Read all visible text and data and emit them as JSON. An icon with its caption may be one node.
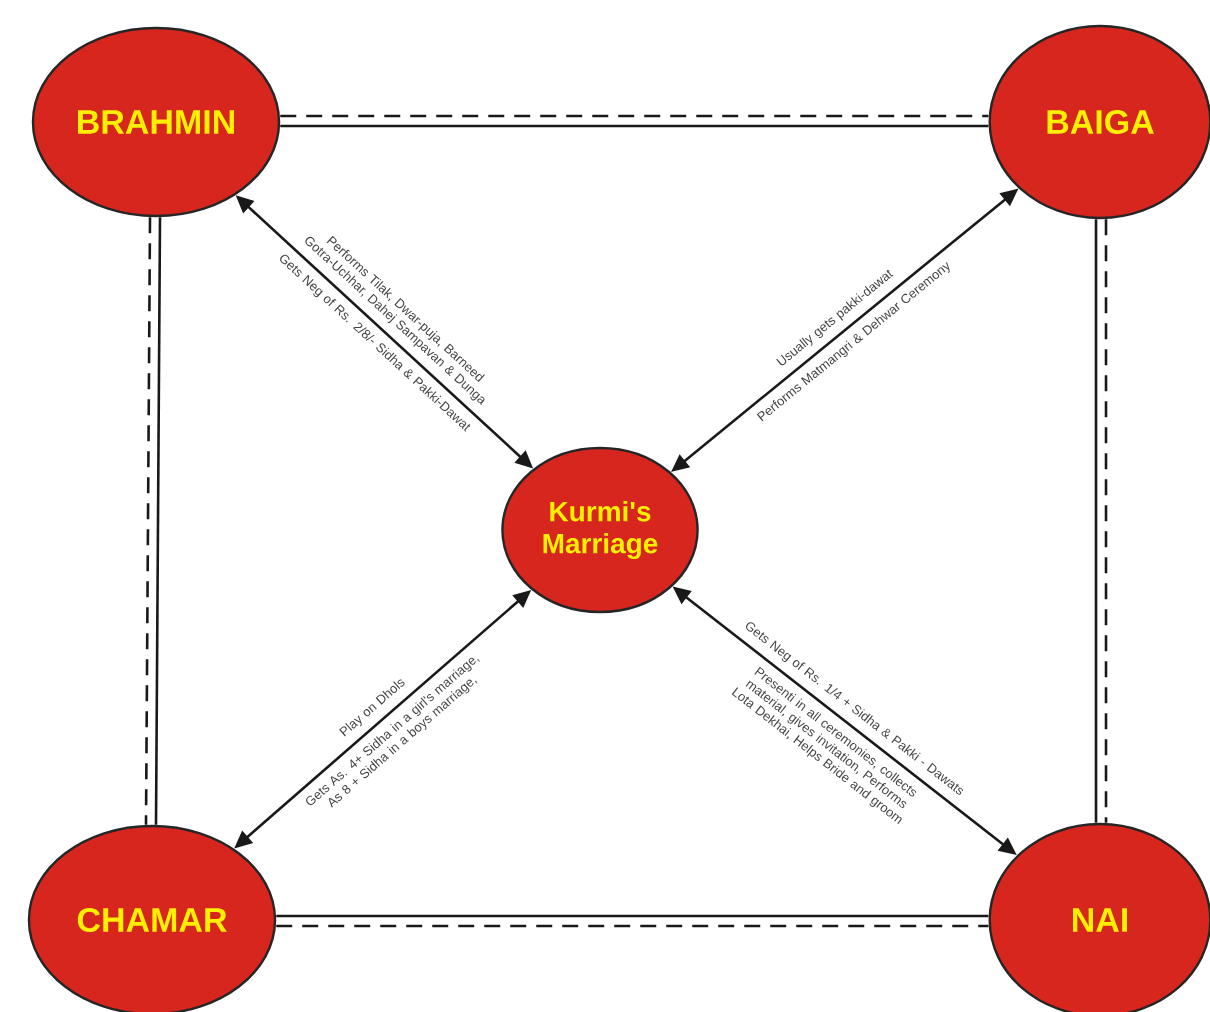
{
  "diagram": {
    "nodes": [
      {
        "text": [
          "BRAHMIN"
        ]
      },
      {
        "text": [
          "BAIGA"
        ]
      },
      {
        "text": [
          "Kurmi's Marriage"
        ]
      },
      {
        "text": [
          "CHAMAR"
        ]
      },
      {
        "text": [
          "NAI"
        ]
      }
    ],
    "edges": [
      {
        "from": 0,
        "to": 1,
        "arrow": "none"
      },
      {
        "from": 0,
        "to": 1,
        "arrow": "none",
        "style": "dashed"
      },
      {
        "from": 0,
        "to": 3,
        "arrow": "none"
      },
      {
        "from": 0,
        "to": 3,
        "arrow": "none",
        "style": "dashed"
      },
      {
        "from": 1,
        "to": 4,
        "arrow": "none"
      },
      {
        "from": 1,
        "to": 4,
        "arrow": "none",
        "style": "dashed"
      },
      {
        "from": 3,
        "to": 4,
        "arrow": "none"
      },
      {
        "from": 3,
        "to": 4,
        "arrow": "none",
        "style": "dashed"
      },
      {
        "from": 0,
        "to": 2,
        "arrow": "both",
        "label": "Performs Tilak, Dwar-puja, Barneed Gotra-Uchhar, Dahej Sampavan & Dunga"
      },
      {
        "from": 2,
        "to": 1,
        "arrow": "both",
        "label": "Usually gets pakki-dawat"
      },
      {
        "from": 3,
        "to": 2,
        "arrow": "both",
        "label": "Play on Dhols"
      },
      {
        "from": 2,
        "to": 4,
        "arrow": "both",
        "label": "Gets Neg of Rs. 1/4 + Sidha & Pakki - Dawats"
      }
    ],
    "labels": [
      "Gets Neg of Rs. 2/8/- Sidha & Pakki-Dawat",
      "Performs Matmangri & Dehwar Ceremony",
      "Gets As. 4+ Sidha in a girl's marriage, As 8 + Sidha in a boys marriage,",
      "Presenti in all ceremonies, collects material, gives invitation, Performs Lota Dekhai, Helps Bride and groom"
    ]
  }
}
